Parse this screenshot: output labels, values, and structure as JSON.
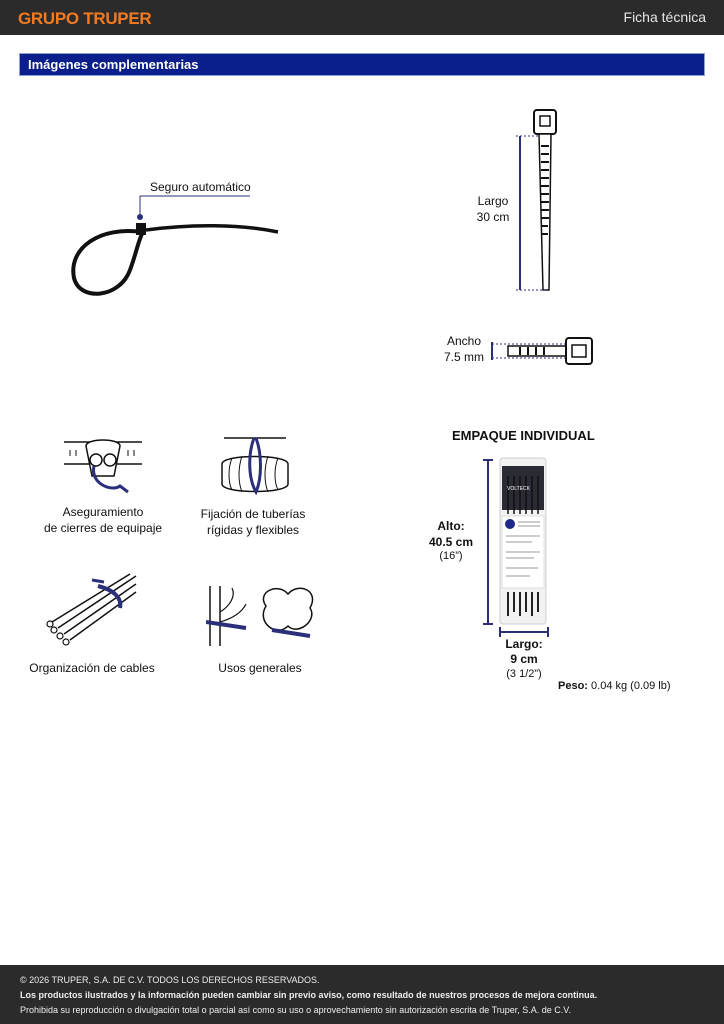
{
  "header": {
    "brand": "GRUPO TRUPER",
    "doc_type": "Ficha técnica"
  },
  "section": {
    "title": "Imágenes complementarias"
  },
  "callouts": {
    "lock": "Seguro automático",
    "length_label": "Largo",
    "length_value": "30 cm",
    "width_label": "Ancho",
    "width_value": "7.5 mm"
  },
  "uses": [
    {
      "line1": "Aseguramiento",
      "line2": "de cierres de equipaje"
    },
    {
      "line1": "Fijación de tuberías",
      "line2": "rígidas y flexibles"
    },
    {
      "line1": "Organización de cables"
    },
    {
      "line1": "Usos generales"
    }
  ],
  "package": {
    "title": "EMPAQUE INDIVIDUAL",
    "height_label": "Alto:",
    "height_value": "40.5 cm",
    "height_inch": "(16”)",
    "width_label": "Largo:",
    "width_value": "9 cm",
    "width_inch": "(3 1/2”)",
    "weight_label": "Peso:",
    "weight_value": "0.04 kg (0.09 lb)",
    "brand": "VOLTECK"
  },
  "footer": {
    "copyright": "© 2026 TRUPER, S.A. DE C.V. TODOS LOS DERECHOS RESERVADOS.",
    "notice": "Los productos ilustrados y la información pueden cambiar sin previo aviso, como resultado de nuestros procesos de mejora continua.",
    "prohibition": "Prohibida su reproducción o divulgación total o parcial así como su uso o aprovechamiento sin autorización escrita de Truper, S.A. de C.V."
  },
  "colors": {
    "accent": "#f47a20",
    "bar": "#0a1e8c",
    "tie_blue": "#2b2f7a"
  }
}
